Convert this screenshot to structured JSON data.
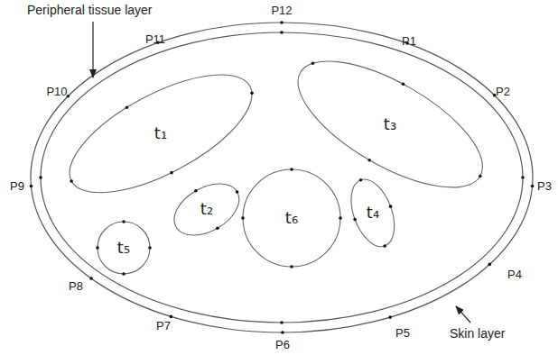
{
  "diagram": {
    "nodes": [
      {
        "text": [
          "t₁"
        ]
      },
      {
        "text": [
          "t₃"
        ]
      },
      {
        "text": [
          "t₂"
        ]
      },
      {
        "text": [
          "t₆"
        ]
      },
      {
        "text": [
          "t₄"
        ]
      },
      {
        "text": [
          "t₅"
        ]
      }
    ],
    "labels": [
      "Peripheral tissue layer",
      "P1",
      "P2",
      "P3",
      "P4",
      "P5",
      "P6",
      "P7",
      "P8",
      "P9",
      "P10",
      "P11",
      "P12",
      "Skin layer"
    ]
  }
}
